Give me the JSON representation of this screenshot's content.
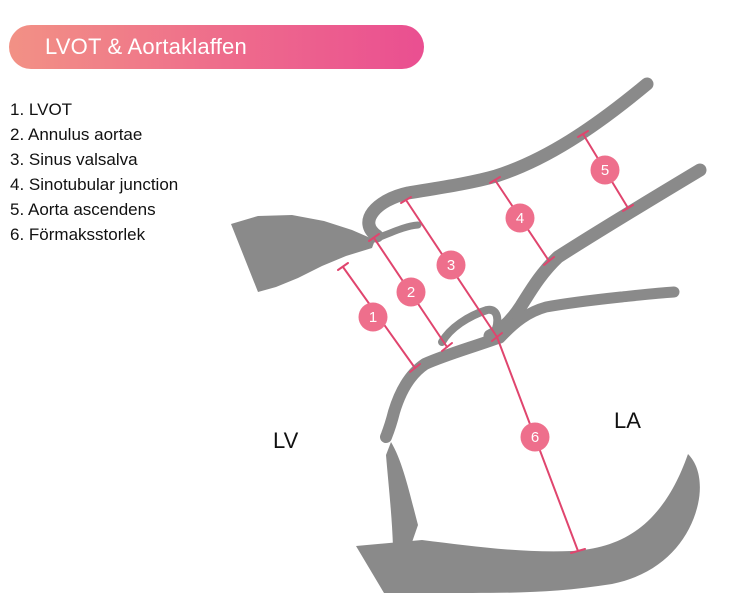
{
  "title": "LVOT & Aortaklaffen",
  "legend": [
    {
      "number": "1.",
      "label": "LVOT"
    },
    {
      "number": "2.",
      "label": "Annulus aortae"
    },
    {
      "number": "3.",
      "label": "Sinus valsalva"
    },
    {
      "number": "4.",
      "label": "Sinotubular junction"
    },
    {
      "number": "5.",
      "label": "Aorta ascendens"
    },
    {
      "number": "6.",
      "label": "Förmaksstorlek"
    }
  ],
  "regions": {
    "left_ventricle": "LV",
    "left_atrium": "LA"
  },
  "markers": [
    "1",
    "2",
    "3",
    "4",
    "5",
    "6"
  ],
  "colors": {
    "title_gradient_start": "#f29185",
    "title_gradient_end": "#ea4f91",
    "measure_line": "#e0456e",
    "marker_fill": "#ee6f8c",
    "anatomy": "#8a8a8a"
  }
}
